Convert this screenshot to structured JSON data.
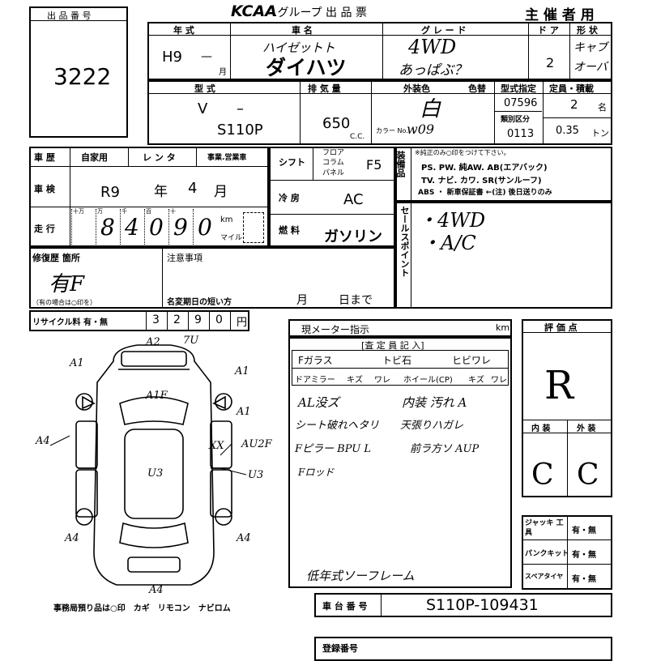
{
  "lot": {
    "label": "出 品 番 号",
    "number": "3222"
  },
  "header": {
    "logo": "KCAA",
    "title": ".グループ 出 品 票",
    "host": "主 催 者 用"
  },
  "row1": {
    "year_label": "年 式",
    "name_label": "車 名",
    "grade_label": "グ レ ー ド",
    "door_label": "ド ア",
    "shape_label": "形 状",
    "year_value": "H9",
    "year_sep": "—",
    "month_label": "月",
    "name_hand": "ハイゼットト",
    "name_value": "ダイハツ",
    "grade_hand_1": "4WD",
    "grade_hand_2": "あっぱぶ？",
    "door_value": "2",
    "shape_hand_1": "キャブ",
    "shape_hand_2": "オーバ"
  },
  "row2": {
    "type_label": "型 式",
    "disp_label": "排 気 量",
    "color_label": "外装色",
    "color_change_label": "色替",
    "model_label": "型式指定",
    "capacity_label": "定員・積載",
    "type_prefix": "V",
    "type_dash": "–",
    "type_value": "S110P",
    "disp_value": "650",
    "disp_unit": "C.C.",
    "color_hand": "白",
    "color_no_label": "カラー No.",
    "color_no_hand": "w09",
    "model_value": "07596",
    "category_label": "類別区分",
    "category_value": "0113",
    "capacity_value": "2",
    "capacity_unit": "名",
    "load_value": "0.35",
    "load_unit": "トン"
  },
  "left": {
    "history_label": "車 歴",
    "private_label": "自家用",
    "rental_label": "レ ン タ",
    "business_label": "事業.営業車",
    "inspection_label": "車 検",
    "insp_era": "R9",
    "insp_year_label": "年",
    "insp_month": "4",
    "insp_month_label": "月",
    "mileage_label": "走 行",
    "mileage_digit_labels": [
      "十万",
      "万",
      "千",
      "百",
      "十",
      ""
    ],
    "mileage_digits": [
      "8",
      "4",
      "0",
      "9",
      "0"
    ],
    "km_label": "km",
    "mile_label": "マイル"
  },
  "mid": {
    "shift_label": "シフト",
    "shift_opts": [
      "フロア",
      "コラム",
      "パネル"
    ],
    "shift_value": "F5",
    "ac_label": "冷 房",
    "ac_value": "AC",
    "fuel_label": "燃 料",
    "fuel_value": "ガソリン"
  },
  "equip": {
    "label": "装備品",
    "note": "※純正のみ○印をつけて下さい。",
    "line1": "PS. PW. 純AW. AB(エアバック)",
    "line2": "TV. ナビ. カワ. SR(サンルーフ)",
    "line3": "ABS ・ 新車保証書 ←(注) 後日送りのみ"
  },
  "sales": {
    "label": "セールスポイント",
    "hand1": "・4WD",
    "hand2": "・A/C"
  },
  "repair": {
    "label": "修復歴 箇所",
    "hand": "有F",
    "note": "（有の場合は○印を）"
  },
  "notes": {
    "label": "注意事項",
    "deadline_label": "名変期日の短い方",
    "month_label": "月",
    "day_label": "日まで"
  },
  "recycle": {
    "label": "リサイクル料 有・無",
    "digits": [
      "3",
      "2",
      "9",
      "0"
    ],
    "unit": "円"
  },
  "meter": {
    "label": "現メーター指示",
    "unit": "km"
  },
  "inspector": {
    "title": "[査 定 員 記 入]",
    "items": [
      "Fガラス",
      "トビ石",
      "ヒビワレ",
      "ドアミラー",
      "キズ",
      "ワレ",
      "ホイール(CP)",
      "キズ",
      "ワレ"
    ],
    "comments": [
      "AL没ズ",
      "内装 汚れ A",
      "シート破れヘタリ",
      "天張りハガレ",
      "Fピラー BPU L",
      "前ラ方ソ AUP",
      "Fロッド",
      "低年式ソーフレーム"
    ]
  },
  "diagram_marks": [
    "A1",
    "A2",
    "7U",
    "A1",
    "A1F",
    "A1",
    "A4",
    "XX",
    "AU2F",
    "U3",
    "U3",
    "A4",
    "A4",
    "A4"
  ],
  "grading": {
    "label": "評 価 点",
    "score": "R",
    "interior_label": "内 装",
    "exterior_label": "外 装",
    "interior": "C",
    "exterior": "C"
  },
  "tools": {
    "jack_label": "ジャッキ 工 具",
    "jack_value": "有・無",
    "puncture_label": "パンクキット",
    "puncture_value": "有・無",
    "spare_label": "スペアタイヤ",
    "spare_value": "有・無"
  },
  "footer_note": "事務局預り品は○印　カギ　リモコン　ナビロム",
  "chassis": {
    "label": "車 台 番 号",
    "value": "S110P-109431"
  },
  "bottom_label": "登録番号"
}
